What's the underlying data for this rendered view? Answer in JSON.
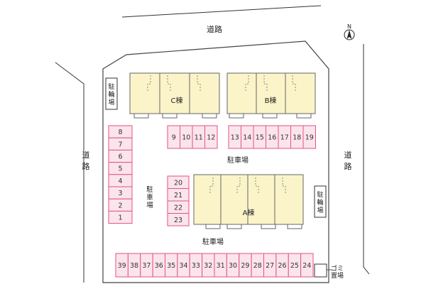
{
  "roads": {
    "north": "道路",
    "west": "道路",
    "east": "道路"
  },
  "compass": {
    "letter": "N",
    "icon": "north-arrow-icon"
  },
  "buildings": {
    "a": "A棟",
    "b": "B棟",
    "c": "C棟"
  },
  "labels": {
    "parking_main": "駐車場",
    "parking_center": "駐車場",
    "parking_bottom": "駐車場",
    "bicycle_left": "駐輪場",
    "bicycle_right": "駐輪場",
    "garbage_line1": "ゴミ",
    "garbage_line2": "置場"
  },
  "parking_spaces": {
    "left_column": [
      "8",
      "7",
      "6",
      "5",
      "4",
      "3",
      "2",
      "1"
    ],
    "row_top_small": [
      "9",
      "10",
      "11",
      "12"
    ],
    "row_top_right": [
      "13",
      "14",
      "15",
      "16",
      "17",
      "18",
      "19"
    ],
    "center_column": [
      "20",
      "21",
      "22",
      "23"
    ],
    "bottom_row": [
      "39",
      "38",
      "37",
      "36",
      "35",
      "34",
      "33",
      "32",
      "31",
      "30",
      "29",
      "28",
      "27",
      "26",
      "25",
      "24"
    ]
  },
  "colors": {
    "parking_fill": "#fce4ec",
    "parking_stroke": "#e0557f",
    "building_fill": "#fbf4c9",
    "building_stroke": "#666666",
    "site_stroke": "#444444"
  }
}
